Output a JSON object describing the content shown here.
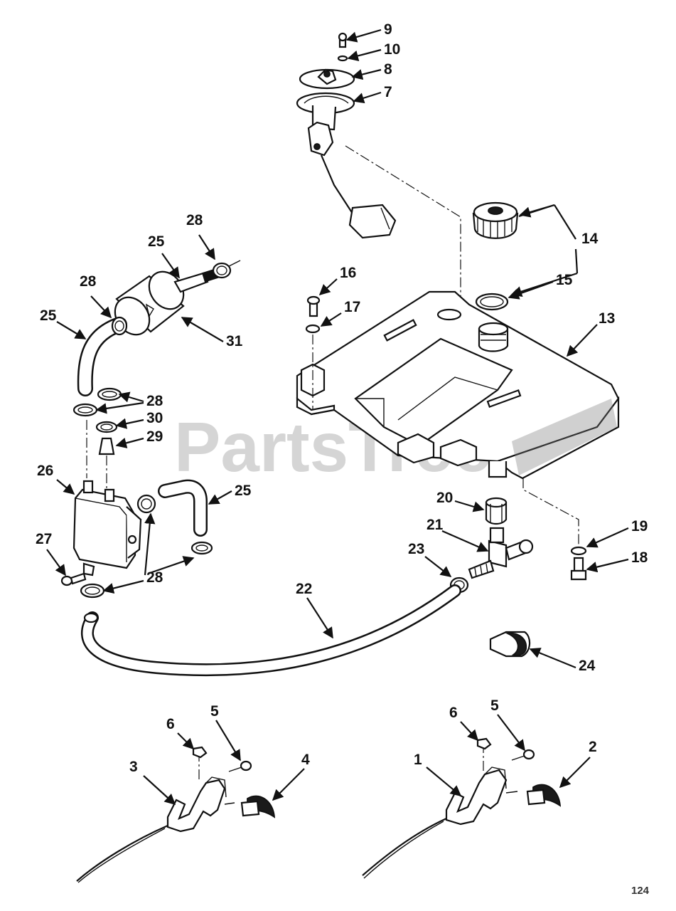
{
  "watermark": "PartsTree",
  "page_number": "124",
  "callouts": [
    {
      "id": "9",
      "label": "9"
    },
    {
      "id": "10",
      "label": "10"
    },
    {
      "id": "8",
      "label": "8"
    },
    {
      "id": "7",
      "label": "7"
    },
    {
      "id": "14",
      "label": "14"
    },
    {
      "id": "15",
      "label": "15"
    },
    {
      "id": "16",
      "label": "16"
    },
    {
      "id": "17",
      "label": "17"
    },
    {
      "id": "13",
      "label": "13"
    },
    {
      "id": "28a",
      "label": "28"
    },
    {
      "id": "25a",
      "label": "25"
    },
    {
      "id": "28b",
      "label": "28"
    },
    {
      "id": "25b",
      "label": "25"
    },
    {
      "id": "31",
      "label": "31"
    },
    {
      "id": "28c",
      "label": "28"
    },
    {
      "id": "30",
      "label": "30"
    },
    {
      "id": "29",
      "label": "29"
    },
    {
      "id": "26",
      "label": "26"
    },
    {
      "id": "25c",
      "label": "25"
    },
    {
      "id": "20",
      "label": "20"
    },
    {
      "id": "21",
      "label": "21"
    },
    {
      "id": "23",
      "label": "23"
    },
    {
      "id": "19",
      "label": "19"
    },
    {
      "id": "18",
      "label": "18"
    },
    {
      "id": "27",
      "label": "27"
    },
    {
      "id": "28d",
      "label": "28"
    },
    {
      "id": "22",
      "label": "22"
    },
    {
      "id": "24",
      "label": "24"
    },
    {
      "id": "6a",
      "label": "6"
    },
    {
      "id": "5a",
      "label": "5"
    },
    {
      "id": "3",
      "label": "3"
    },
    {
      "id": "4",
      "label": "4"
    },
    {
      "id": "6b",
      "label": "6"
    },
    {
      "id": "5b",
      "label": "5"
    },
    {
      "id": "1",
      "label": "1"
    },
    {
      "id": "2",
      "label": "2"
    }
  ]
}
